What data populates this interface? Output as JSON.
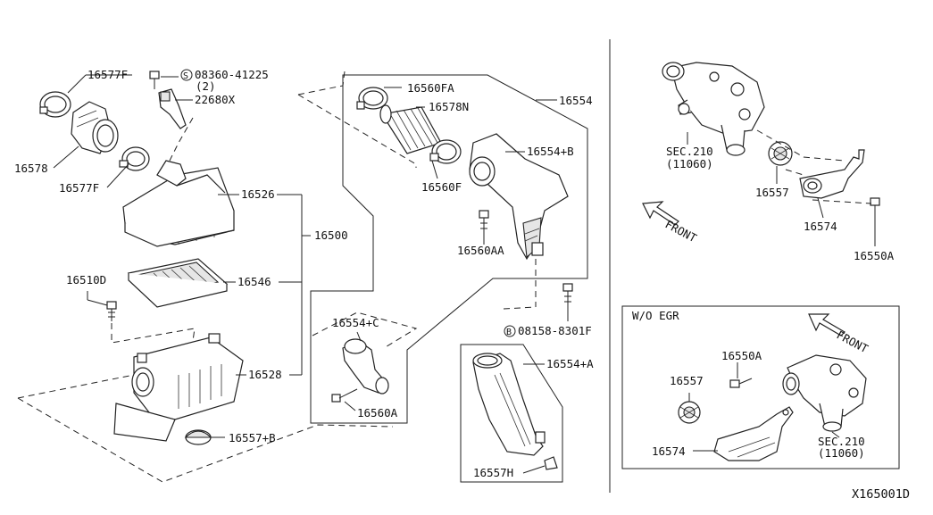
{
  "labels": {
    "p16577F_top": "16577F",
    "p08360": "08360-41225",
    "p08360_qty": "(2)",
    "p22680X": "22680X",
    "p16578": "16578",
    "p16577F_bot": "16577F",
    "p16526": "16526",
    "p16500": "16500",
    "p16546": "16546",
    "p16510D": "16510D",
    "p16528": "16528",
    "p16557B": "16557+B",
    "p16560FA": "16560FA",
    "p16578N": "16578N",
    "p16554": "16554",
    "p16554B": "16554+B",
    "p16560F": "16560F",
    "p16560AA": "16560AA",
    "p16554C": "16554+C",
    "p16560A": "16560A",
    "p08158": "08158-8301F",
    "p16554A": "16554+A",
    "p16557H": "16557H",
    "sec210_top": "SEC.210",
    "sec210_top_sub": "(11060)",
    "front_top": "FRONT",
    "p16557_top": "16557",
    "p16574_top": "16574",
    "p16550A_top": "16550A",
    "wo_egr": "W/O EGR",
    "front_box": "FRONT",
    "p16550A_box": "16550A",
    "p16557_box": "16557",
    "p16574_box": "16574",
    "sec210_box": "SEC.210",
    "sec210_box_sub": "(11060)",
    "diagram_id": "X165001D",
    "symbol_s": "S",
    "symbol_b": "B"
  }
}
